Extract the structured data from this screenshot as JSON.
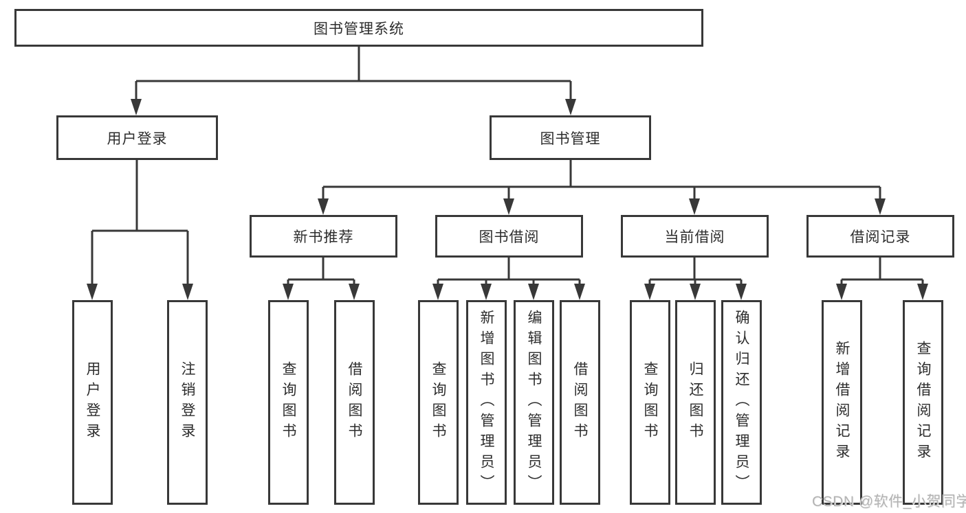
{
  "diagram": {
    "root": {
      "label": "图书管理系统"
    },
    "level2": [
      {
        "label": "用户登录"
      },
      {
        "label": "图书管理"
      }
    ],
    "level3": [
      {
        "label": "新书推荐"
      },
      {
        "label": "图书借阅"
      },
      {
        "label": "当前借阅"
      },
      {
        "label": "借阅记录"
      }
    ],
    "leaves": {
      "user_login": [
        {
          "label": "用户登录"
        },
        {
          "label": "注销登录"
        }
      ],
      "new_book_recommend": [
        {
          "label": "查询图书"
        },
        {
          "label": "借阅图书"
        }
      ],
      "book_borrow": [
        {
          "label": "查询图书"
        },
        {
          "label": "新增图书（管理员）"
        },
        {
          "label": "编辑图书（管理员）"
        },
        {
          "label": "借阅图书"
        }
      ],
      "current_borrow": [
        {
          "label": "查询图书"
        },
        {
          "label": "归还图书"
        },
        {
          "label": "确认归还（管理员）"
        }
      ],
      "borrow_records": [
        {
          "label": "新增借阅记录"
        },
        {
          "label": "查询借阅记录"
        }
      ]
    },
    "colors": {
      "line": "#383838",
      "box_border": "#383838",
      "box_fill": "#ffffff",
      "text": "#2d2d2d",
      "background": "#ffffff",
      "watermark": "#b3b3b3"
    }
  },
  "watermark": {
    "text": "CSDN @软件_小贺同学"
  }
}
